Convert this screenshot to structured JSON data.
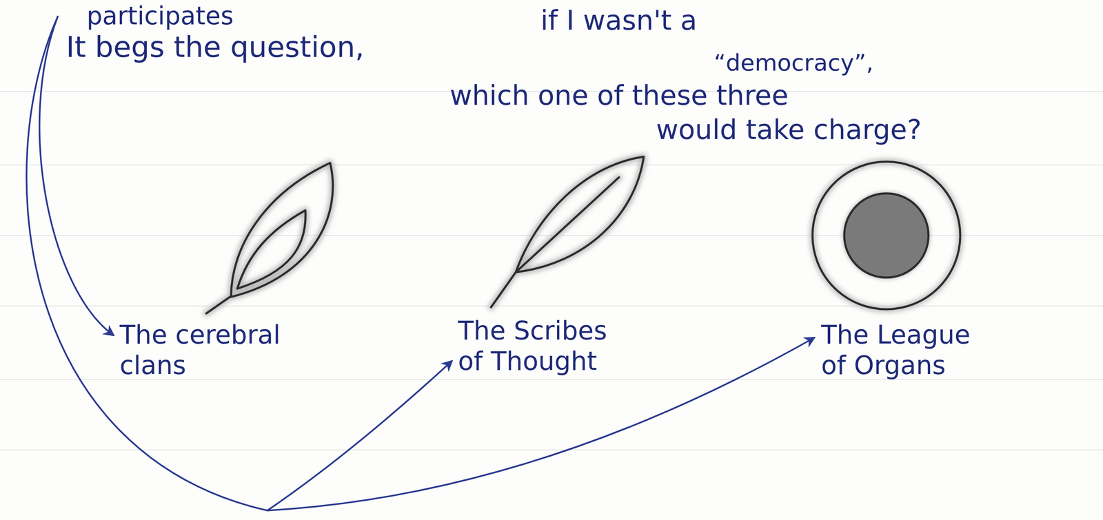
{
  "diagram": {
    "labels": [
      "participates",
      "It begs the question,",
      "if I wasn't a",
      "“democracy”,",
      "which one of these three",
      "would take charge?",
      "The cerebral clans",
      "The Scribes of Thought",
      "The League of Organs"
    ]
  }
}
